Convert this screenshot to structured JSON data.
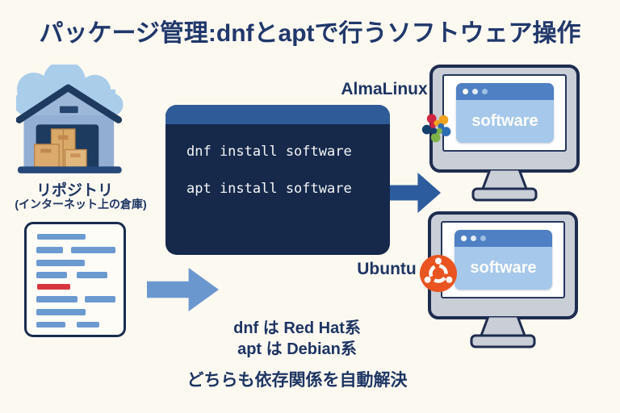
{
  "title": "パッケージ管理:dnfとaptで行うソフトウェア操作",
  "repository": {
    "label": "リポジトリ",
    "sublabel": "(インターネット上の倉庫)"
  },
  "terminal": {
    "commands": [
      "dnf install software",
      "apt install software"
    ]
  },
  "machines": [
    {
      "name": "AlmaLinux",
      "screen_label": "software"
    },
    {
      "name": "Ubuntu",
      "screen_label": "software"
    }
  ],
  "notes": {
    "line1": "dnf は Red Hat系",
    "line2": "apt は Debian系",
    "line3": "どちらも依存関係を自動解決"
  },
  "colors": {
    "background": "#fcf9f1",
    "navy_text": "#1d3563",
    "terminal_bg": "#16294a",
    "terminal_titlebar": "#2f5c99",
    "arrow_light": "#6b97cf",
    "arrow_dark": "#2d5c9e",
    "window_titlebar": "#4f80c4",
    "window_body": "#a6c8ea",
    "monitor_bezel": "#c9ced7",
    "ubuntu_orange": "#e95420",
    "doc_bar_blue": "#6b9ad0",
    "doc_bar_red": "#d8363d"
  }
}
